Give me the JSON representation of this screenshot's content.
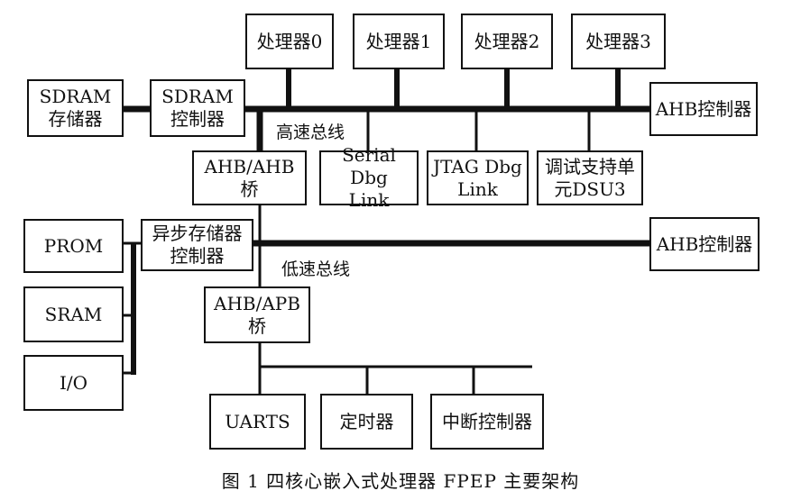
{
  "blocks": {
    "cpu0": "处理器0",
    "cpu1": "处理器1",
    "cpu2": "处理器2",
    "cpu3": "处理器3",
    "sdram_mem": "SDRAM\n存储器",
    "sdram_ctrl": "SDRAM\n控制器",
    "ahb_ctrl_top": "AHB控制器",
    "ahb_ahb_bridge": "AHB/AHB\n桥",
    "serial_dbg": "Serial Dbg\nLink",
    "jtag_dbg": "JTAG Dbg\nLink",
    "dsu": "调试支持单\n元DSU3",
    "prom": "PROM",
    "async_mem_ctrl": "异步存储器\n控制器",
    "ahb_ctrl_bottom": "AHB控制器",
    "sram": "SRAM",
    "io": "I/O",
    "ahb_apb_bridge": "AHB/APB\n桥",
    "uarts": "UARTS",
    "timer": "定时器",
    "irq_ctrl": "中断控制器"
  },
  "bus_labels": {
    "high_speed": "高速总线",
    "low_speed": "低速总线"
  },
  "caption": "图 1    四核心嵌入式处理器 FPEP 主要架构"
}
